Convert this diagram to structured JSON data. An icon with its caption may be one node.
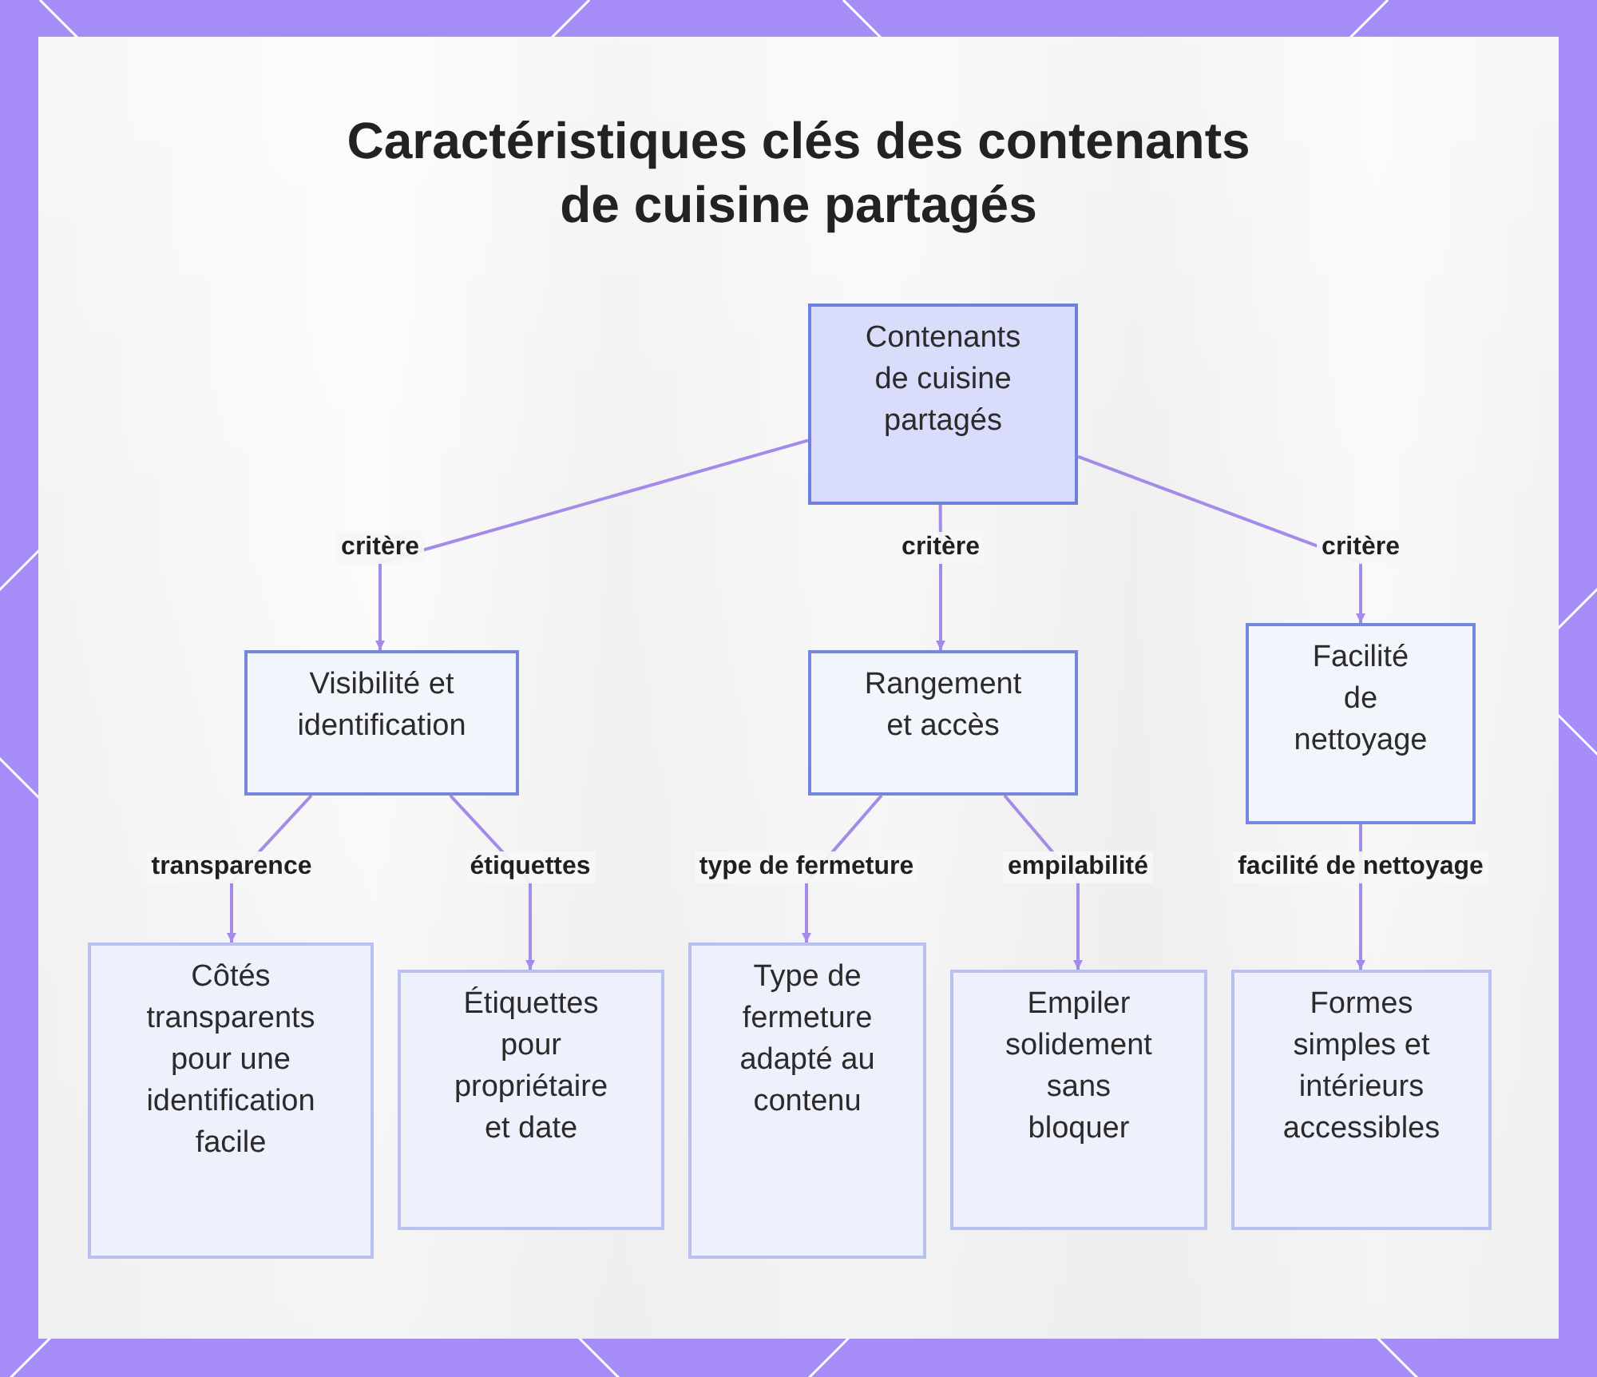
{
  "diagram": {
    "title": "Caractéristiques clés des contenants de cuisine partagés",
    "nodes": [
      {
        "text": [
          "Contenants de cuisine partagés"
        ]
      },
      {
        "text": [
          "Visibilité et identification"
        ]
      },
      {
        "text": [
          "Rangement et accès"
        ]
      },
      {
        "text": [
          "Facilité de nettoyage"
        ]
      },
      {
        "text": [
          "Côtés transparents pour une identification facile"
        ]
      },
      {
        "text": [
          "Étiquettes pour propriétaire et date"
        ]
      },
      {
        "text": [
          "Type de fermeture adapté au contenu"
        ]
      },
      {
        "text": [
          "Empiler solidement sans bloquer"
        ]
      },
      {
        "text": [
          "Formes simples et intérieurs accessibles"
        ]
      }
    ],
    "edges": [
      {
        "from": 0,
        "to": 1,
        "arrow": "to",
        "label": "critère"
      },
      {
        "from": 0,
        "to": 2,
        "arrow": "to",
        "label": "critère"
      },
      {
        "from": 0,
        "to": 3,
        "arrow": "to",
        "label": "critère"
      },
      {
        "from": 1,
        "to": 4,
        "arrow": "to",
        "label": "transparence"
      },
      {
        "from": 1,
        "to": 5,
        "arrow": "to",
        "label": "étiquettes"
      },
      {
        "from": 2,
        "to": 6,
        "arrow": "to",
        "label": "type de fermeture"
      },
      {
        "from": 2,
        "to": 7,
        "arrow": "to",
        "label": "empilabilité"
      },
      {
        "from": 3,
        "to": 8,
        "arrow": "to",
        "label": "facilité de nettoyage"
      }
    ]
  }
}
